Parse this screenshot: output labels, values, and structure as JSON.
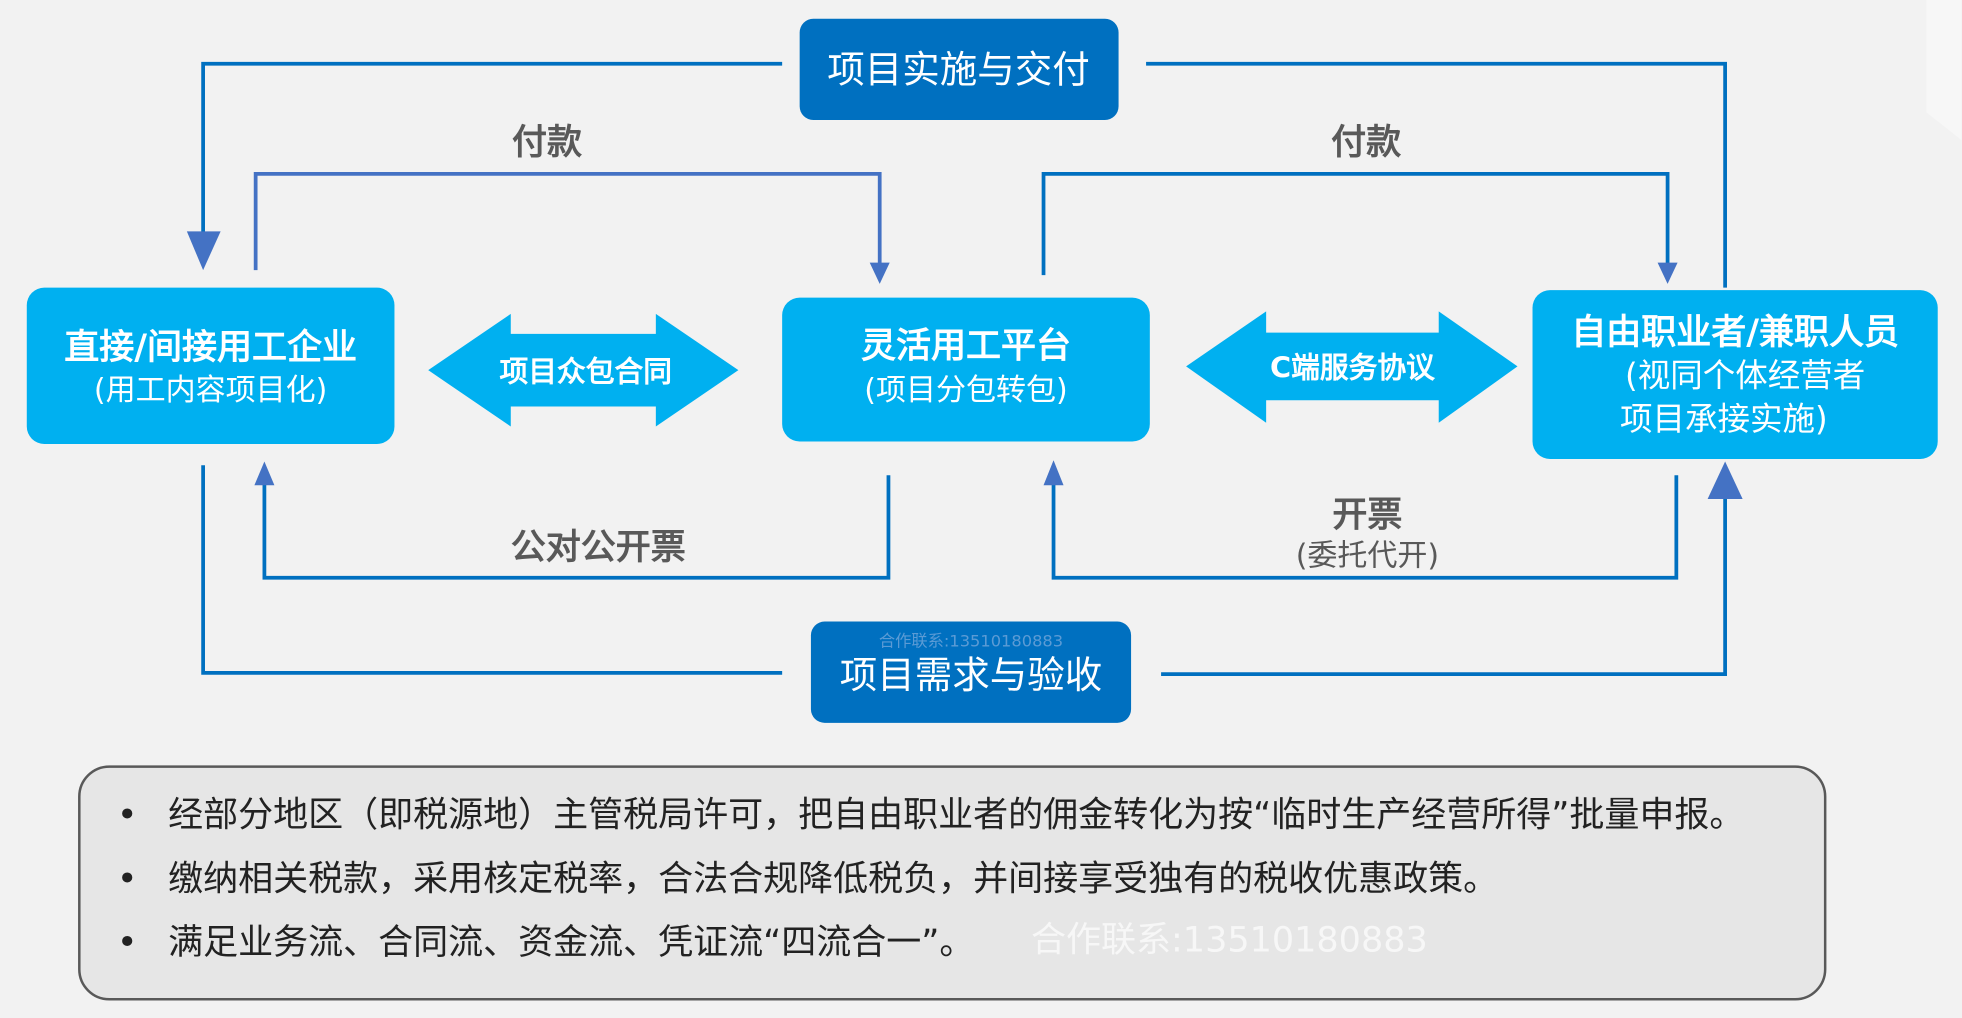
{
  "colors": {
    "light_box": "#00B0F0",
    "dark_box": "#0070C0",
    "line": "#4472C4",
    "background": "#F2F2F2",
    "note_panel": "#E6E6E6"
  },
  "nodes": {
    "top": {
      "label": "项目实施与交付"
    },
    "bottom": {
      "watermark": "合作联系:13510180883",
      "label": "项目需求与验收"
    },
    "left": {
      "title": "直接/间接用工企业",
      "subtitle": "(用工内容项目化)"
    },
    "center": {
      "title": "灵活用工平台",
      "subtitle": "(项目分包转包)"
    },
    "right": {
      "title": "自由职业者/兼职人员",
      "line2": "(视同个体经营者",
      "line3": "项目承接实施)"
    }
  },
  "arrows": {
    "left_contract": "项目众包合同",
    "right_contract": "C端服务协议",
    "pay_left": "付款",
    "pay_right": "付款",
    "invoice_left": "公对公开票",
    "invoice_right": "开票",
    "invoice_right_note": "(委托代开)"
  },
  "notes": {
    "bullet": "•",
    "items": [
      "经部分地区（即税源地）主管税局许可，把自由职业者的佣金转化为按“临时生产经营所得”批量申报。",
      "缴纳相关税款，采用核定税率，合法合规降低税负，并间接享受独有的税收优惠政策。",
      "满足业务流、合同流、资金流、凭证流“四流合一”。"
    ],
    "watermark": "合作联系:13510180883"
  }
}
